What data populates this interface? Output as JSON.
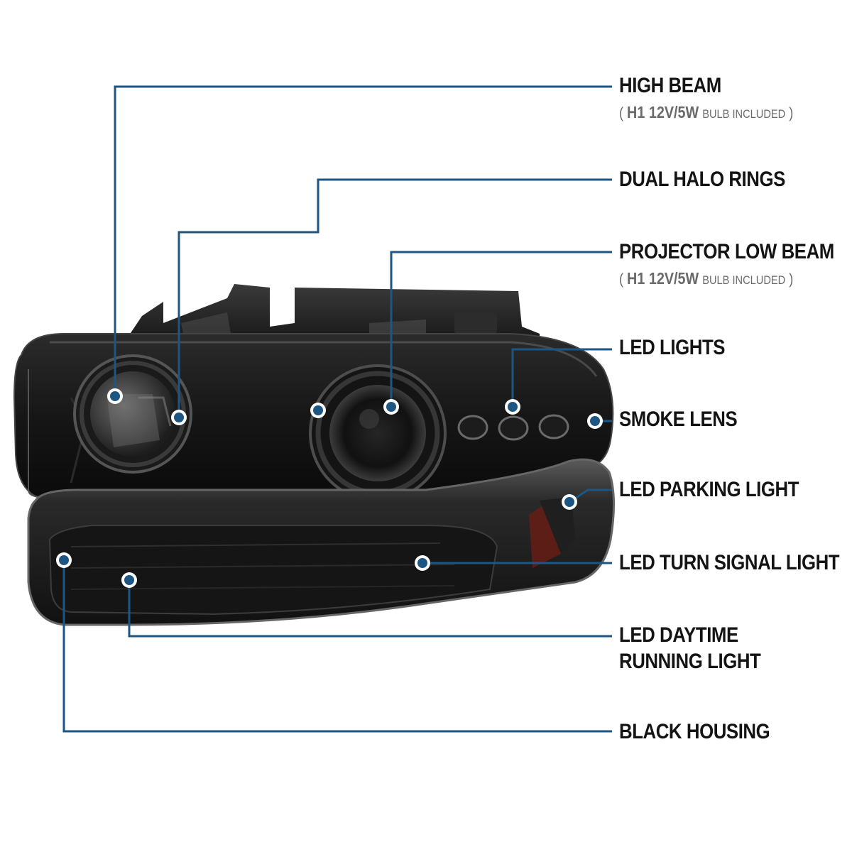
{
  "colors": {
    "leader_line": "#1d5683",
    "marker_fill": "#1d5683",
    "marker_ring": "#ffffff",
    "label_text": "#141414",
    "sub_text": "#6a6a6a"
  },
  "callouts": [
    {
      "id": "high-beam",
      "label": "HIGH BEAM",
      "note": {
        "open": "(",
        "spec": "H1 12V/5W",
        "rest": "BULB INCLUDED",
        "close": ")"
      }
    },
    {
      "id": "dual-halo-rings",
      "label": "DUAL HALO RINGS"
    },
    {
      "id": "projector-low-beam",
      "label": "PROJECTOR LOW BEAM",
      "note": {
        "open": "(",
        "spec": "H1 12V/5W",
        "rest": "BULB INCLUDED",
        "close": ")"
      }
    },
    {
      "id": "led-lights",
      "label": "LED LIGHTS"
    },
    {
      "id": "smoke-lens",
      "label": "SMOKE LENS"
    },
    {
      "id": "led-parking-light",
      "label": "LED PARKING LIGHT"
    },
    {
      "id": "led-turn-signal-light",
      "label": "LED TURN SIGNAL LIGHT"
    },
    {
      "id": "led-daytime-running-light",
      "label_line1": "LED DAYTIME",
      "label_line2": "RUNNING LIGHT"
    },
    {
      "id": "black-housing",
      "label": "BLACK HOUSING"
    }
  ]
}
